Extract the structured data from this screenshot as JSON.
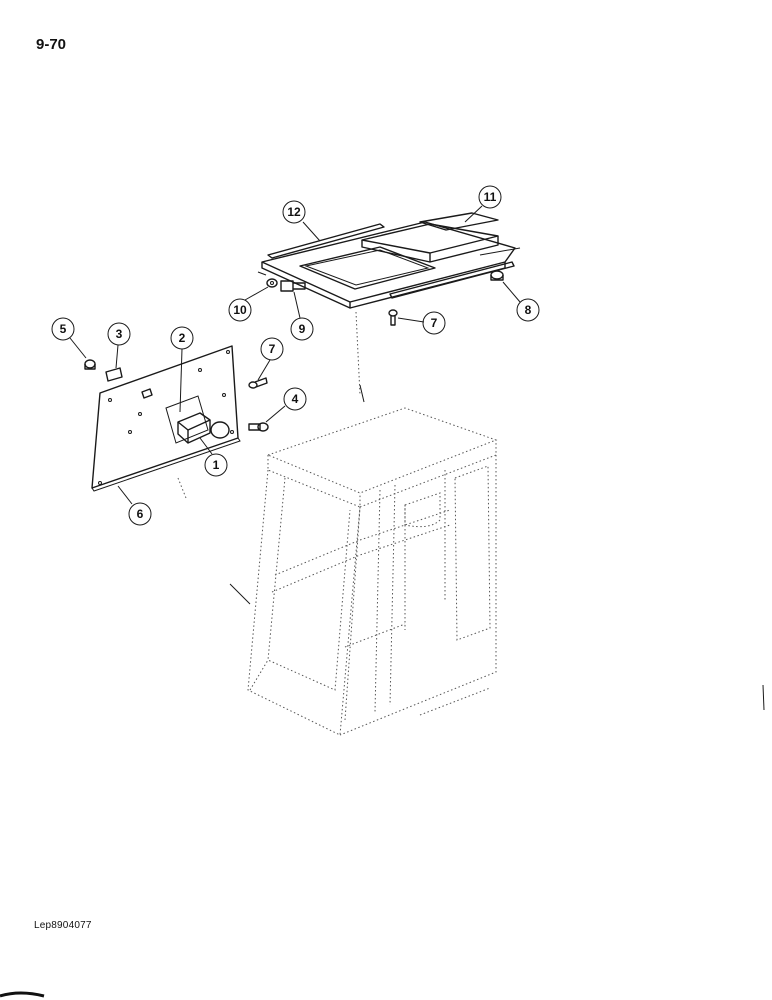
{
  "page": {
    "number": "9-70",
    "reference": "Lep8904077"
  },
  "callouts": [
    {
      "id": "1",
      "label": "1"
    },
    {
      "id": "2",
      "label": "2"
    },
    {
      "id": "3",
      "label": "3"
    },
    {
      "id": "4",
      "label": "4"
    },
    {
      "id": "5",
      "label": "5"
    },
    {
      "id": "6",
      "label": "6"
    },
    {
      "id": "7a",
      "label": "7"
    },
    {
      "id": "7b",
      "label": "7"
    },
    {
      "id": "8",
      "label": "8"
    },
    {
      "id": "9",
      "label": "9"
    },
    {
      "id": "10",
      "label": "10"
    },
    {
      "id": "11",
      "label": "11"
    },
    {
      "id": "12",
      "label": "12"
    }
  ]
}
